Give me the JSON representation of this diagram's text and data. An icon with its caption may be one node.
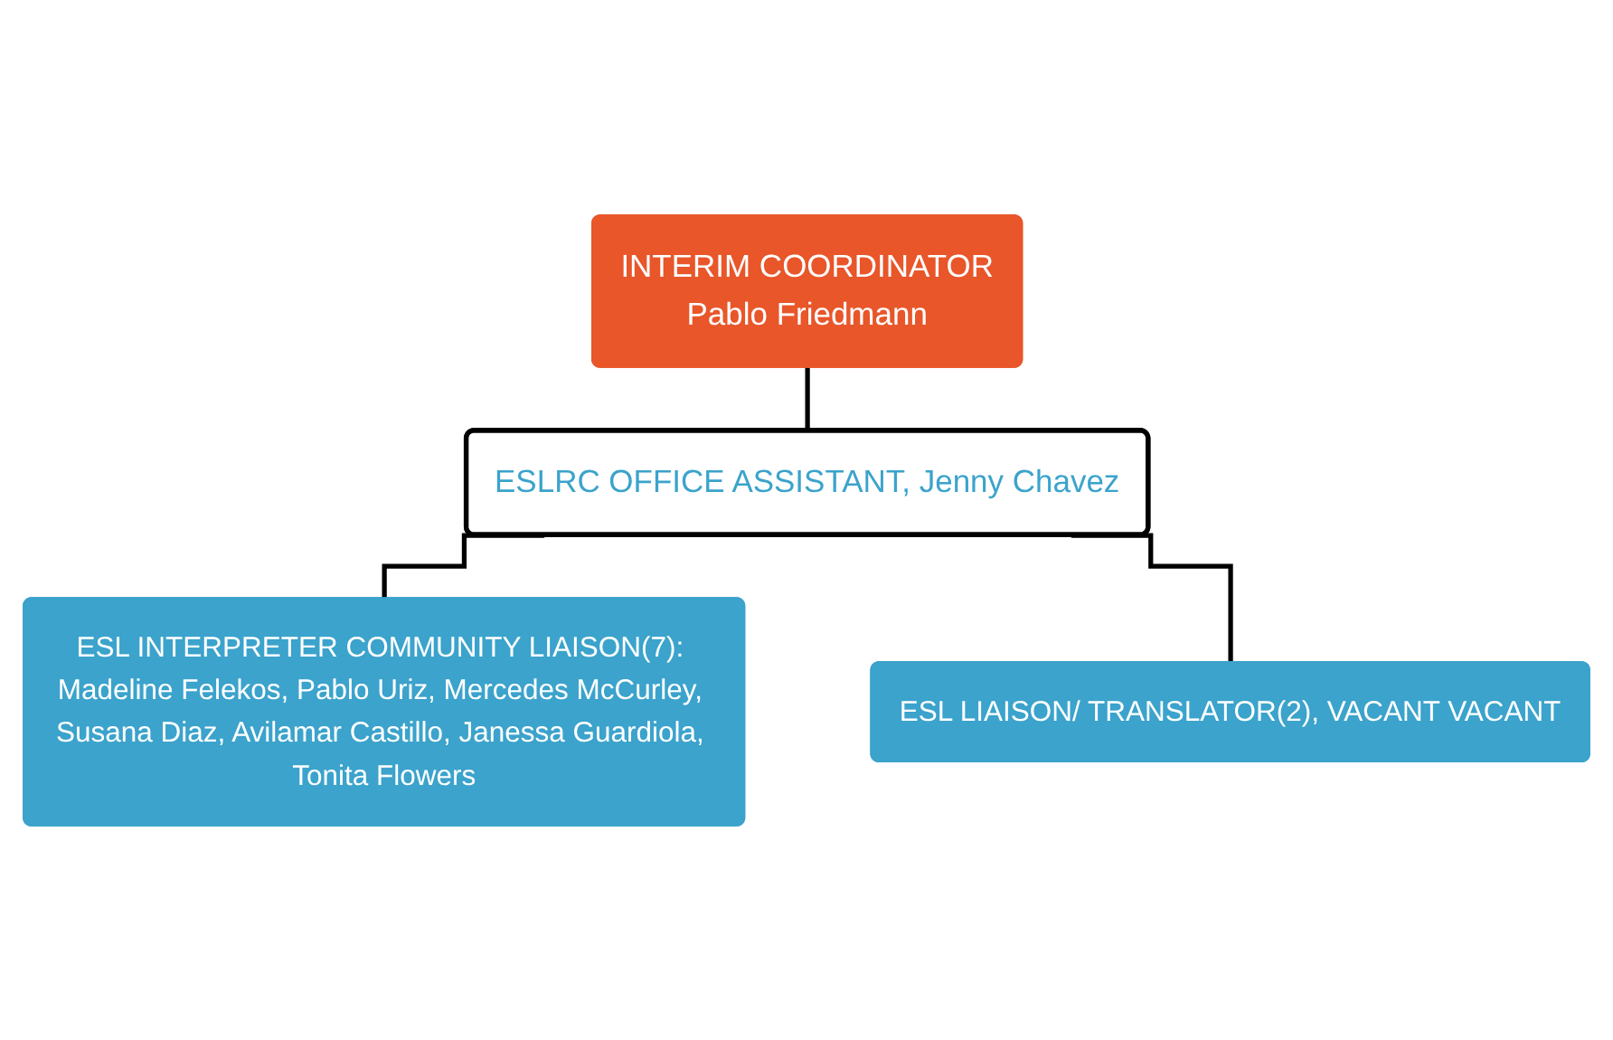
{
  "diagram": {
    "nodes": [
      {
        "text": [
          "INTERIM COORDINATOR",
          "Pablo Friedmann"
        ]
      },
      {
        "text": [
          "ESLRC OFFICE ASSISTANT, Jenny Chavez"
        ]
      },
      {
        "text": [
          "ESL INTERPRETER COMMUNITY LIAISON(7): Madeline Felekos, Pablo Uriz, Mercedes McCurley, Susana Diaz, Avilamar Castillo, Janessa Guardiola, Tonita Flowers"
        ]
      },
      {
        "text": [
          "ESL LIAISON/ TRANSLATOR(2), VACANT VACANT"
        ]
      }
    ],
    "edges": [
      {
        "from": 0,
        "to": 1,
        "arrow": "none"
      },
      {
        "from": 1,
        "to": 2,
        "arrow": "none"
      },
      {
        "from": 1,
        "to": 3,
        "arrow": "none"
      }
    ]
  }
}
